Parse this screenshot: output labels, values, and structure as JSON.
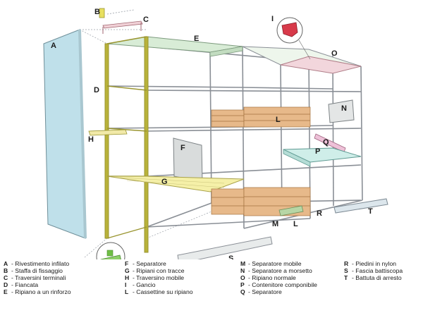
{
  "labels": {
    "A": "A",
    "B": "B",
    "C": "C",
    "D": "D",
    "E": "E",
    "F": "F",
    "G": "G",
    "H": "H",
    "I": "I",
    "L": "L",
    "M": "M",
    "N": "N",
    "O": "O",
    "P": "P",
    "Q": "Q",
    "R": "R",
    "S": "S",
    "T": "T"
  },
  "legend": [
    [
      {
        "key": "A",
        "text": "- Rivestimento infilato"
      },
      {
        "key": "B",
        "text": "- Staffa di fissaggio"
      },
      {
        "key": "C",
        "text": "- Traversini terminali"
      },
      {
        "key": "D",
        "text": "- Fiancata"
      },
      {
        "key": "E",
        "text": "- Ripiano a un rinforzo"
      }
    ],
    [
      {
        "key": "F",
        "text": "- Separatore"
      },
      {
        "key": "G",
        "text": "- Ripiani con tracce"
      },
      {
        "key": "H",
        "text": "- Traversino mobile"
      },
      {
        "key": "I",
        "text": "- Gancio"
      },
      {
        "key": "L",
        "text": "- Cassettine su ripiano"
      }
    ],
    [
      {
        "key": "M",
        "text": "- Separatore mobile"
      },
      {
        "key": "N",
        "text": "- Separatore a morsetto"
      },
      {
        "key": "O",
        "text": "- Ripiano normale"
      },
      {
        "key": "P",
        "text": "- Contenitore componibile"
      },
      {
        "key": "Q",
        "text": "- Separatore"
      }
    ],
    [
      {
        "key": "R",
        "text": "- Piedini in nylon"
      },
      {
        "key": "S",
        "text": "- Fascia battiscopa"
      },
      {
        "key": "T",
        "text": "- Battuta di arresto"
      }
    ]
  ],
  "colors": {
    "side_panel": "#bfe0ea",
    "upright_yellow": "#b8b23a",
    "frame": "#8a8f96",
    "shelf_green": "#d8ecd6",
    "shelf_yellow": "#f5f0a8",
    "shelf_pink": "#f2d6dc",
    "boxes": "#e7b98a",
    "container_blue": "#cfeee9",
    "red_hook": "#d83a4a"
  }
}
